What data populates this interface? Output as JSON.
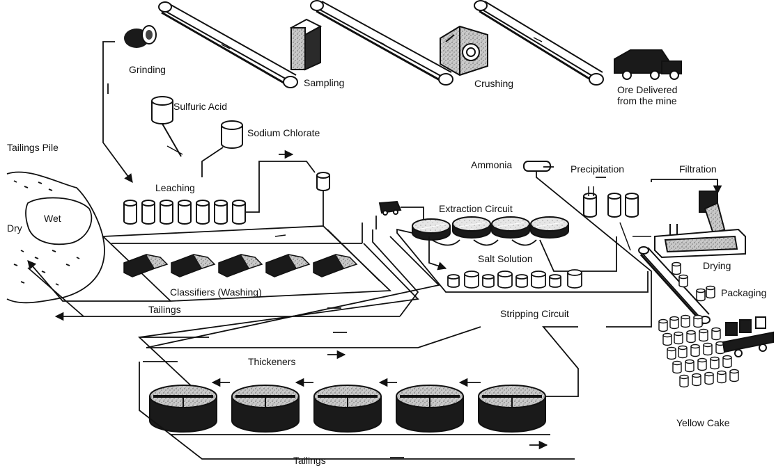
{
  "labels": {
    "grinding": "Grinding",
    "sampling": "Sampling",
    "crushing": "Crushing",
    "ore_delivered": "Ore Delivered\nfrom the mine",
    "sulfuric_acid": "Sulfuric Acid",
    "sodium_chlorate": "Sodium Chlorate",
    "tailings_pile": "Tailings Pile",
    "wet": "Wet",
    "dry": "Dry",
    "leaching": "Leaching",
    "ammonia": "Ammonia",
    "precipitation": "Precipitation",
    "filtration": "Filtration",
    "extraction_circuit": "Extraction Circuit",
    "salt_solution": "Salt Solution",
    "drying": "Drying",
    "classifiers": "Classifiers (Washing)",
    "tailings_upper": "Tailings",
    "stripping_circuit": "Stripping Circuit",
    "packaging": "Packaging",
    "thickeners": "Thickeners",
    "yellow_cake": "Yellow Cake",
    "tailings_lower": "Tailings"
  },
  "colors": {
    "ink": "#111111",
    "paper": "#ffffff",
    "gray": "#8a8a8a",
    "light_gray": "#c8c8c8",
    "dark": "#1a1a1a"
  },
  "icons": [
    "grinding-mill-icon",
    "sampler-icon",
    "crusher-icon",
    "ore-truck-icon",
    "conveyor-belt-icon",
    "sulfuric-acid-tank-icon",
    "sodium-chlorate-tank-icon",
    "leaching-tank-icon",
    "classifier-icon",
    "thickener-tank-icon",
    "pump-icon",
    "ammonia-tank-icon",
    "extraction-cell-icon",
    "stripping-tank-icon",
    "precipitation-tank-icon",
    "filter-press-icon",
    "dryer-icon",
    "drum-icon",
    "flatbed-truck-icon",
    "flow-arrow-icon"
  ]
}
